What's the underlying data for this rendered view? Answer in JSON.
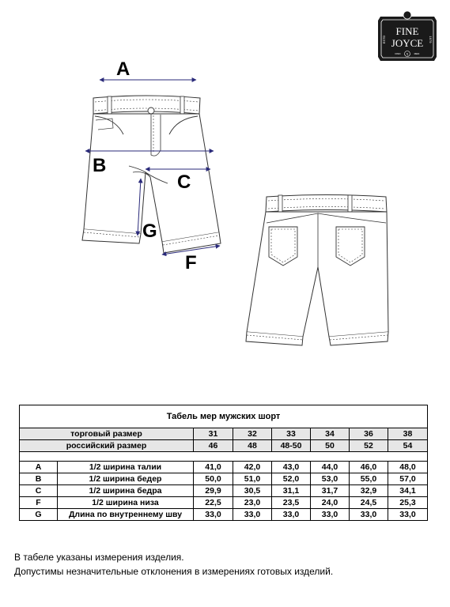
{
  "logo": {
    "line1": "FINE",
    "line2": "JOYCE",
    "left": "ESTD",
    "right": "1979",
    "bottom_left": "FIND",
    "bottom_right": "MEN",
    "center": "fj"
  },
  "labels": {
    "A": "A",
    "B": "B",
    "C": "C",
    "G": "G",
    "F": "F"
  },
  "table": {
    "title": "Табель мер мужских шорт",
    "trade_size_label": "торговый размер",
    "trade_sizes": [
      "31",
      "32",
      "33",
      "34",
      "36",
      "38"
    ],
    "ru_size_label": "российский размер",
    "ru_sizes": [
      "46",
      "48",
      "48-50",
      "50",
      "52",
      "54"
    ],
    "rows": [
      {
        "code": "A",
        "name": "1/2 ширина талии",
        "values": [
          "41,0",
          "42,0",
          "43,0",
          "44,0",
          "46,0",
          "48,0"
        ]
      },
      {
        "code": "B",
        "name": "1/2 ширина бедер",
        "values": [
          "50,0",
          "51,0",
          "52,0",
          "53,0",
          "55,0",
          "57,0"
        ]
      },
      {
        "code": "C",
        "name": "1/2 ширина бедра",
        "values": [
          "29,9",
          "30,5",
          "31,1",
          "31,7",
          "32,9",
          "34,1"
        ]
      },
      {
        "code": "F",
        "name": "1/2 ширина низа",
        "values": [
          "22,5",
          "23,0",
          "23,5",
          "24,0",
          "24,5",
          "25,3"
        ]
      },
      {
        "code": "G",
        "name": "Длина по внутреннему шву",
        "values": [
          "33,0",
          "33,0",
          "33,0",
          "33,0",
          "33,0",
          "33,0"
        ]
      }
    ]
  },
  "notes": [
    "В табеле указаны измерения изделия.",
    "Допустимы незначительные отклонения в измерениях готовых изделий."
  ]
}
